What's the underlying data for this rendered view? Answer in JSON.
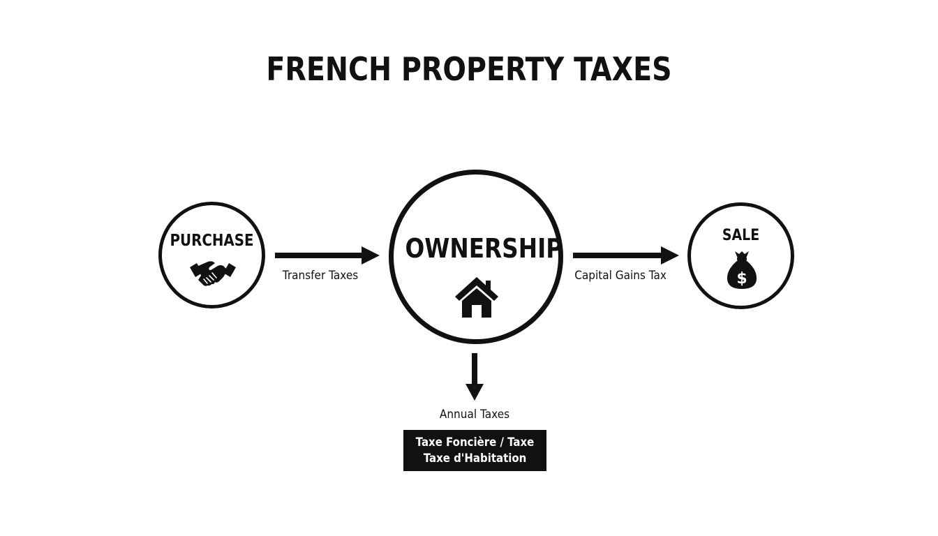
{
  "title": "FRENCH PROPERTY TAXES",
  "nodes": {
    "purchase": {
      "label": "PURCHASE",
      "icon": "handshake-icon"
    },
    "ownership": {
      "label": "OWNERSHIP",
      "icon": "house-icon"
    },
    "sale": {
      "label": "SALE",
      "icon": "money-bag-icon"
    }
  },
  "edges": {
    "purchase_to_ownership": {
      "label": "Transfer Taxes"
    },
    "ownership_to_sale": {
      "label": "Capital Gains Tax"
    },
    "ownership_down": {
      "label": "Annual Taxes"
    }
  },
  "annual_tax_box": {
    "line1": "Taxe Foncière / Taxe",
    "line2": "Taxe d'Habitation"
  },
  "colors": {
    "ink": "#111111",
    "background": "#ffffff",
    "box_text": "#ffffff"
  }
}
